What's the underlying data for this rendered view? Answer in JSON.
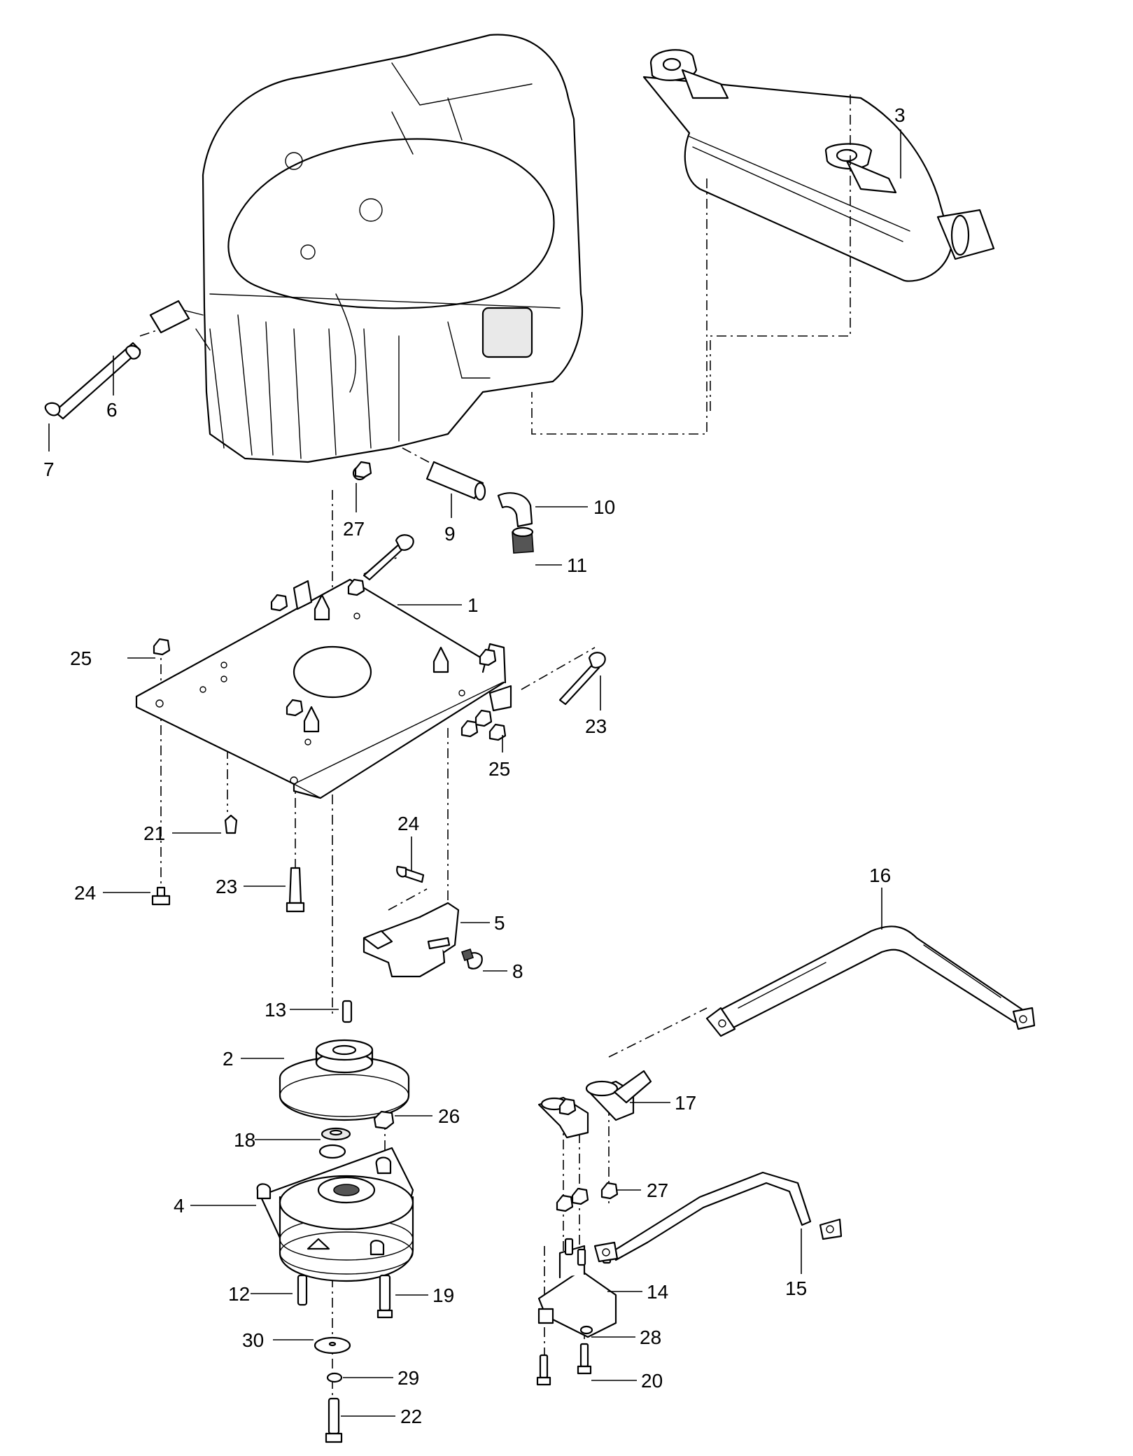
{
  "callouts": {
    "c1": "1",
    "c2": "2",
    "c3": "3",
    "c4": "4",
    "c5": "5",
    "c6": "6",
    "c7": "7",
    "c8": "8",
    "c9": "9",
    "c10": "10",
    "c11": "11",
    "c12": "12",
    "c13": "13",
    "c14": "14",
    "c15": "15",
    "c16": "16",
    "c17": "17",
    "c18": "18",
    "c19": "19",
    "c20": "20",
    "c21": "21",
    "c22": "22",
    "c23a": "23",
    "c23b": "23",
    "c24a": "24",
    "c24b": "24",
    "c25a": "25",
    "c25b": "25",
    "c26": "26",
    "c27a": "27",
    "c27b": "27",
    "c28": "28",
    "c29": "29",
    "c30": "30"
  }
}
